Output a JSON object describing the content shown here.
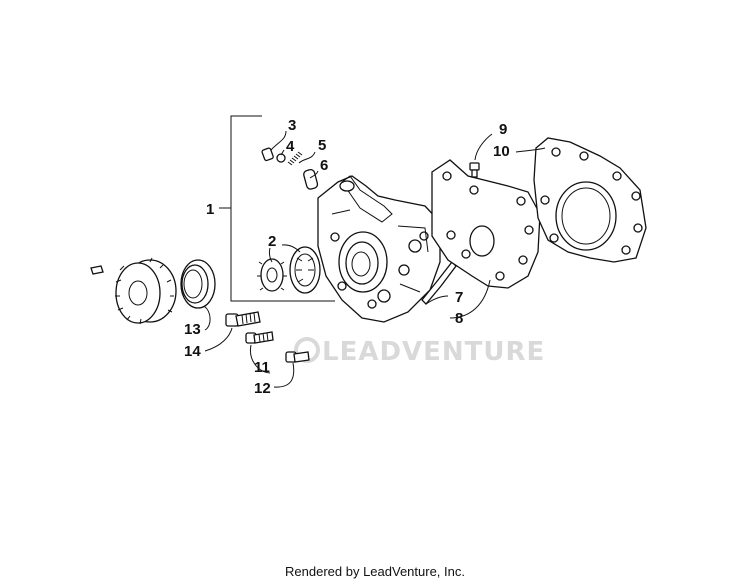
{
  "diagram": {
    "callouts": [
      "1",
      "2",
      "3",
      "4",
      "5",
      "6",
      "7",
      "8",
      "9",
      "10",
      "11",
      "12",
      "13",
      "14"
    ],
    "watermark": "LEADVENTURE"
  },
  "footer": {
    "text": "Rendered by LeadVenture, Inc."
  }
}
